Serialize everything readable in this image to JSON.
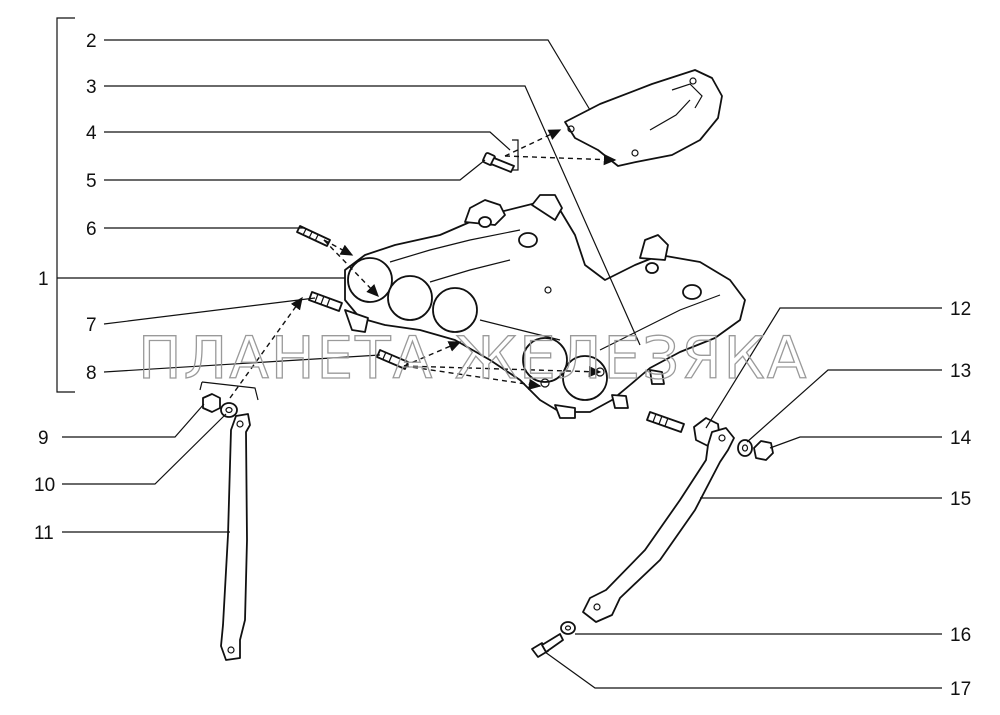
{
  "diagram": {
    "callouts": [
      "1",
      "2",
      "3",
      "4",
      "5",
      "6",
      "7",
      "8",
      "9",
      "10",
      "11",
      "12",
      "13",
      "14",
      "15",
      "16",
      "17"
    ]
  },
  "watermark": {
    "text": "ПЛАНЕТА ЖЕЛЕЗЯКА"
  }
}
